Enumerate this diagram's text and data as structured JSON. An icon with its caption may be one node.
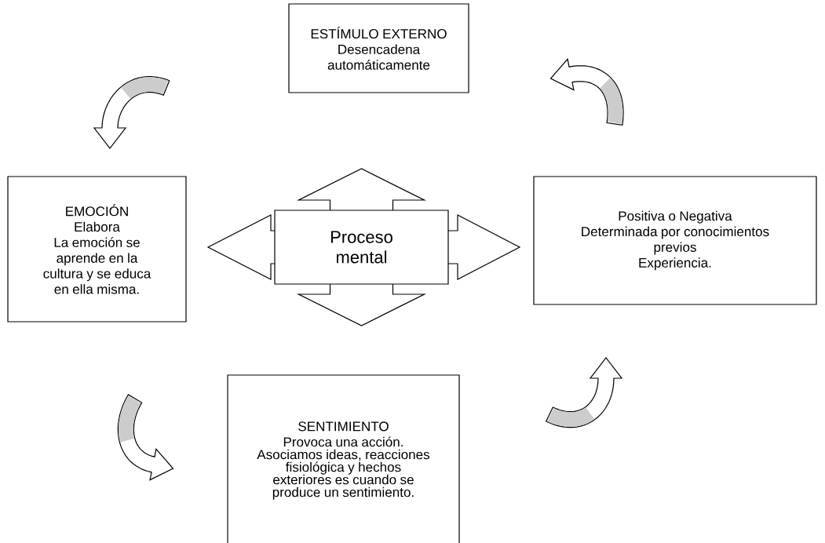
{
  "diagram": {
    "nodes": [
      {
        "text": [
          "ESTÍMULO EXTERNO",
          "Desencadena automáticamente"
        ]
      },
      {
        "text": [
          "EMOCIÓN",
          "Elabora",
          "La emoción se aprende en la cultura y se educa en ella misma."
        ]
      },
      {
        "text": [
          "Proceso mental"
        ]
      },
      {
        "text": [
          "Positiva o Negativa",
          "Determinada por conocimientos previos",
          "Experiencia."
        ]
      },
      {
        "text": [
          "SENTIMIENTO",
          "Provoca una acción.",
          "Asociamos ideas, reacciones fisiológica y hechos exteriores es cuando se produce un sentimiento."
        ]
      }
    ]
  }
}
